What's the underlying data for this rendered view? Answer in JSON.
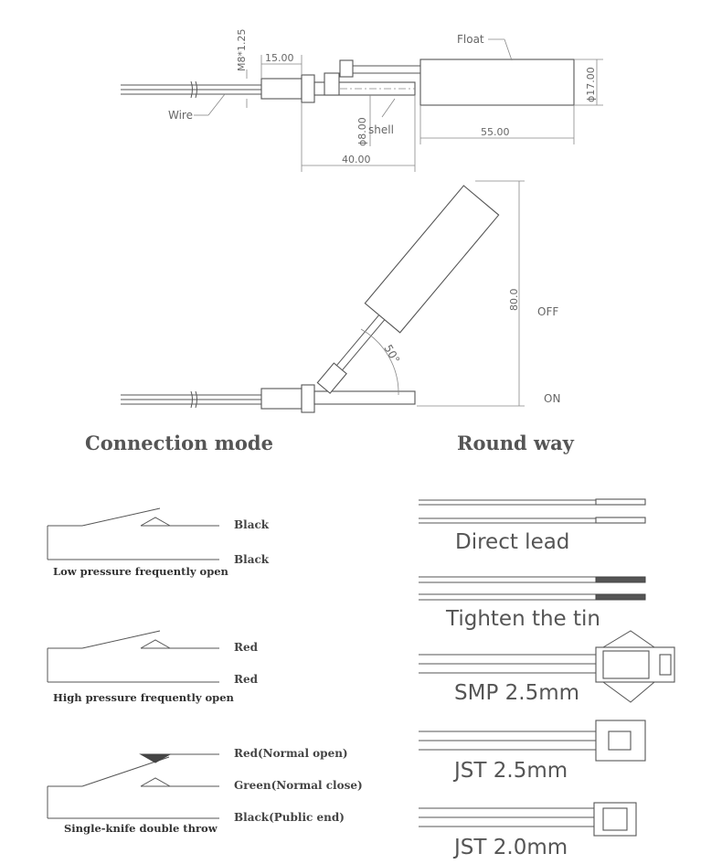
{
  "drawing": {
    "thread_label": "M8*1.25",
    "dim_15": "15.00",
    "dim_8": "ϕ8.00",
    "dim_40": "40.00",
    "dim_55": "55.00",
    "dim_17": "ϕ17.00",
    "float_label": "Float",
    "shell_label": "shell",
    "wire_label": "Wire"
  },
  "round_way": {
    "dim_80": "80.0",
    "angle": "50°",
    "off_label": "OFF",
    "on_label": "ON"
  },
  "headings": {
    "connection_mode": "Connection mode",
    "round_way": "Round way"
  },
  "switches": [
    {
      "wire_top": "Black",
      "wire_bottom": "Black",
      "caption": "Low pressure frequently open"
    },
    {
      "wire_top": "Red",
      "wire_bottom": "Red",
      "caption": "High pressure frequently open"
    },
    {
      "wire_top": "Red(Normal open)",
      "wire_mid": "Green(Normal close)",
      "wire_bottom": "Black(Public end)",
      "caption": "Single-knife double throw"
    }
  ],
  "connectors": [
    {
      "label": "Direct lead"
    },
    {
      "label": "Tighten the tin"
    },
    {
      "label": "SMP 2.5mm"
    },
    {
      "label": "JST 2.5mm"
    },
    {
      "label": "JST 2.0mm"
    }
  ]
}
